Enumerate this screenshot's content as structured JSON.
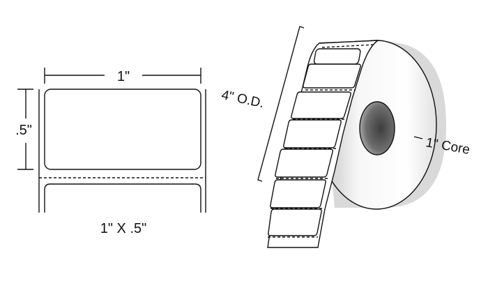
{
  "labels": {
    "width_dim": "1\"",
    "height_dim": ".5\"",
    "size_caption": "1\" X .5\"",
    "outer_diameter": "4\" O.D.",
    "core": "1\" Core"
  },
  "colors": {
    "line": "#111111",
    "label_fill": "#ffffff",
    "roll_shade_dark": "#9a9a9a",
    "roll_shade_light": "#f4f4f4",
    "core_hole": "#6b6b6b"
  }
}
